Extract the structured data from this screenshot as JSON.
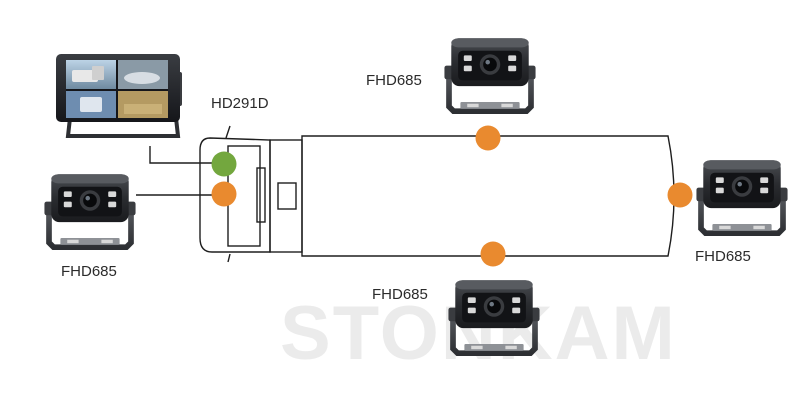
{
  "monitor": {
    "model": "HD291D"
  },
  "cameras": [
    {
      "label": "FHD685"
    },
    {
      "label": "FHD685"
    },
    {
      "label": "FHD685"
    },
    {
      "label": "FHD685"
    }
  ],
  "watermark": "STONKAM",
  "colors": {
    "camera_dot": "#e98a2f",
    "monitor_dot": "#73a73e",
    "outline": "#1e1e1e"
  }
}
